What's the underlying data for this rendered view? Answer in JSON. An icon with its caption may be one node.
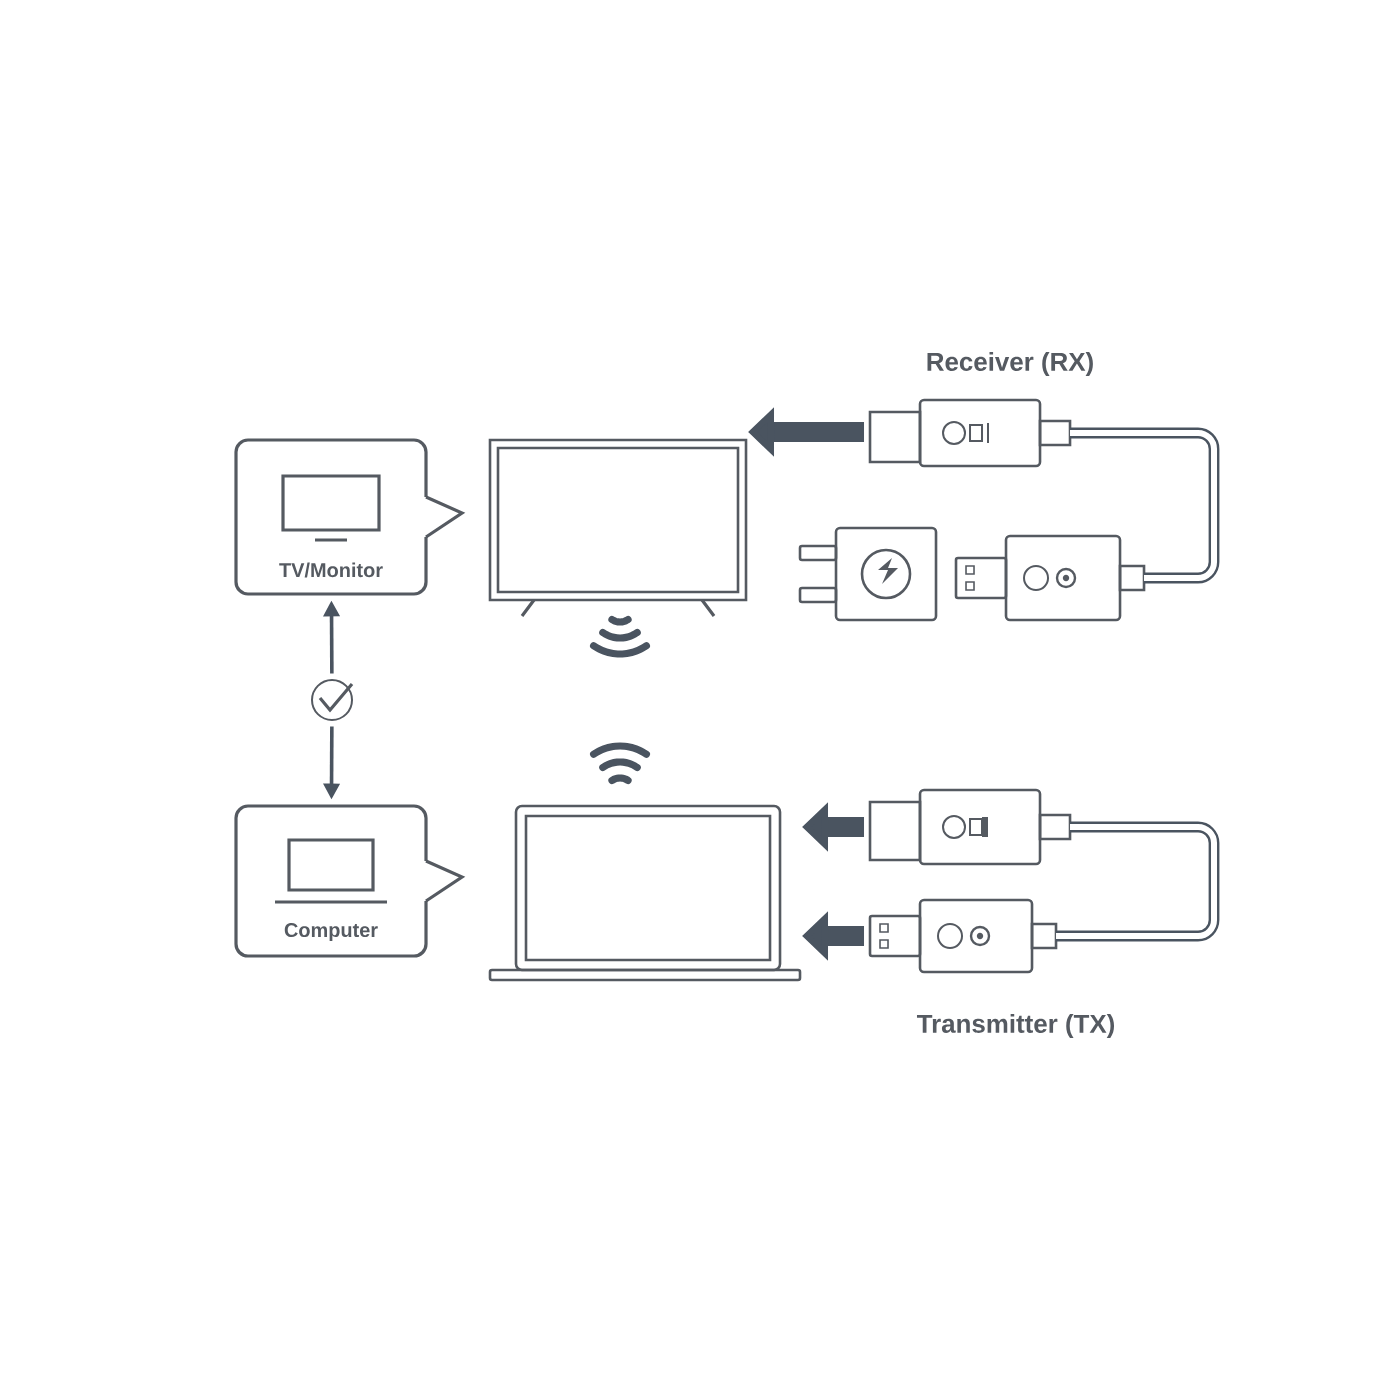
{
  "diagram": {
    "nodes": [
      {
        "text": [
          "TV/Monitor"
        ]
      },
      {
        "text": [],
        "shape": "picture"
      },
      {
        "text": [],
        "shape": "picture"
      },
      {
        "text": [],
        "shape": "picture"
      },
      {
        "text": [],
        "shape": "picture"
      },
      {
        "text": [],
        "shape": "circle"
      },
      {
        "text": [
          "Computer"
        ]
      },
      {
        "text": [],
        "shape": "picture"
      },
      {
        "text": [],
        "shape": "picture"
      },
      {
        "text": [],
        "shape": "picture"
      }
    ],
    "edges": [
      {
        "from": 2,
        "to": 1,
        "arrow": "to",
        "style": "thick"
      },
      {
        "from": 2,
        "to": 4,
        "arrow": "none"
      },
      {
        "from": 5,
        "to": 0,
        "arrow": "to"
      },
      {
        "from": 5,
        "to": 6,
        "arrow": "to"
      },
      {
        "from": 8,
        "to": 7,
        "arrow": "to",
        "style": "thick"
      },
      {
        "from": 9,
        "to": 7,
        "arrow": "to",
        "style": "thick"
      },
      {
        "from": 8,
        "to": 9,
        "arrow": "none"
      }
    ],
    "labels": [
      "Receiver (RX)",
      "Transmitter (TX)"
    ]
  }
}
